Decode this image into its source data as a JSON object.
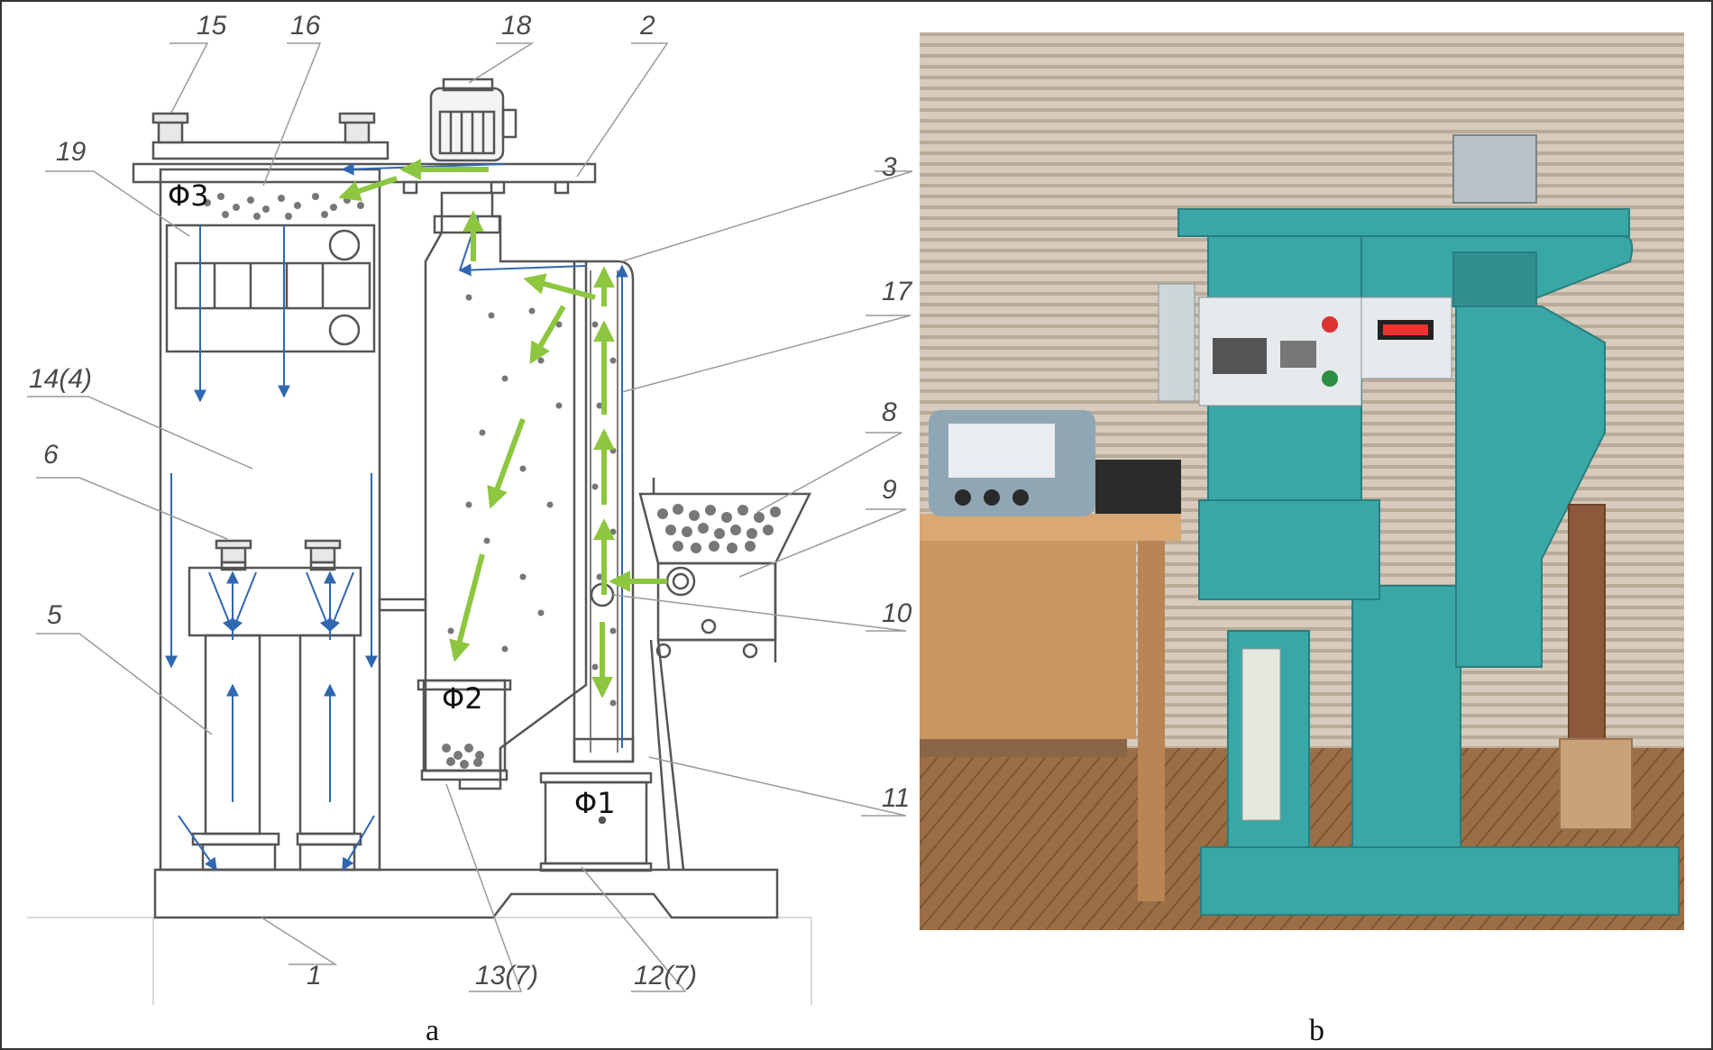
{
  "panels": {
    "a": {
      "label": "a"
    },
    "b": {
      "label": "b"
    }
  },
  "callouts": [
    "15",
    "16",
    "18",
    "2",
    "19",
    "3",
    "17",
    "14(4)",
    "8",
    "6",
    "9",
    "5",
    "10",
    "11",
    "1",
    "13(7)",
    "12(7)"
  ],
  "filter_labels": [
    "Φ3",
    "Φ2",
    "Φ1"
  ],
  "colors": {
    "line": "#555555",
    "air_arrow": "#2f67b0",
    "particle_arrow": "#8dc63f",
    "particle": "#7a7a7a",
    "machine_teal": "#3aa7a7"
  }
}
